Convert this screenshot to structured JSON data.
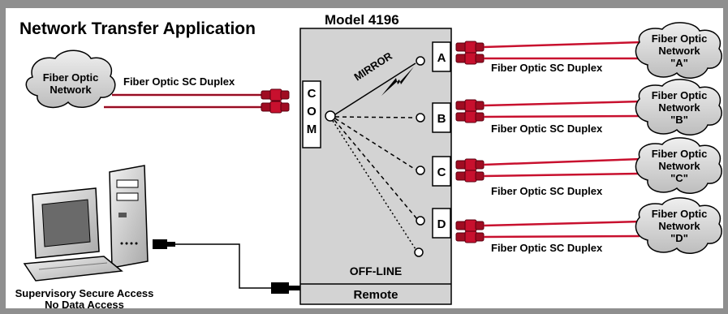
{
  "title": "Network Transfer Application",
  "model": "Model 4196",
  "source_cloud": {
    "line1": "Fiber Optic",
    "line2": "Network"
  },
  "source_link_label": "Fiber Optic SC Duplex",
  "com_label": [
    "C",
    "O",
    "M"
  ],
  "mirror_label": "MIRROR",
  "ports": [
    {
      "letter": "A",
      "link_label": "Fiber Optic SC Duplex",
      "cloud": [
        "Fiber Optic",
        "Network",
        "\"A\""
      ]
    },
    {
      "letter": "B",
      "link_label": "Fiber Optic SC Duplex",
      "cloud": [
        "Fiber Optic",
        "Network",
        "\"B\""
      ]
    },
    {
      "letter": "C",
      "link_label": "Fiber Optic SC Duplex",
      "cloud": [
        "Fiber Optic",
        "Network",
        "\"C\""
      ]
    },
    {
      "letter": "D",
      "link_label": "Fiber Optic SC Duplex",
      "cloud": [
        "Fiber Optic",
        "Network",
        "\"D\""
      ]
    }
  ],
  "offline_label": "OFF-LINE",
  "remote_label": "Remote",
  "supervisory": {
    "line1": "Supervisory Secure Access",
    "line2": "No Data Access"
  },
  "colors": {
    "frame": "#8f8f8f",
    "cloud": "#dcdcdc",
    "fiber": "#c8102e",
    "device": "#d3d3d3"
  }
}
